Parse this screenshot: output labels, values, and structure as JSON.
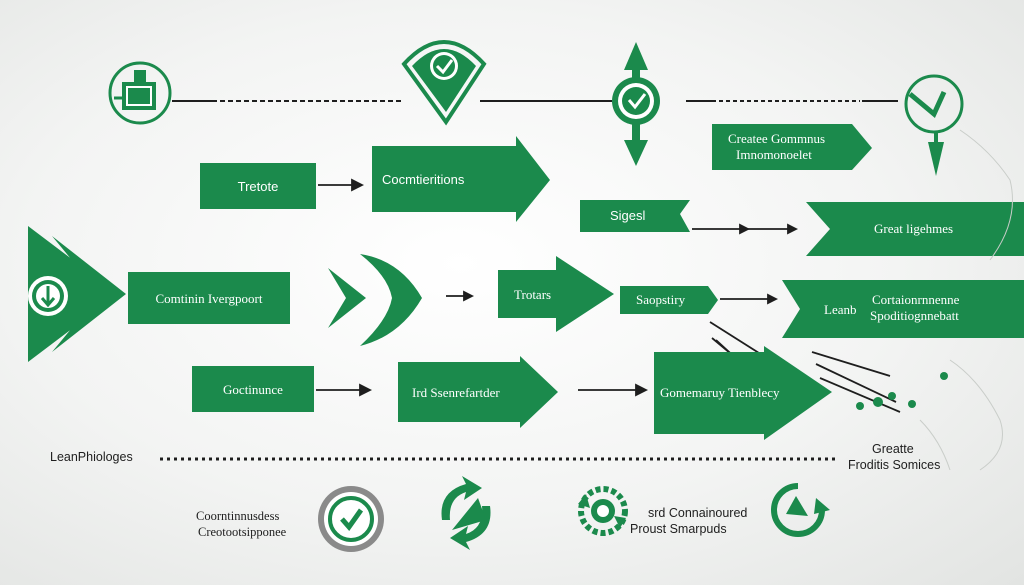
{
  "colors": {
    "accent": "#1b8a4c",
    "dark": "#1e1e1e",
    "light": "#f3f4f3"
  },
  "icons": {
    "top_left": "clipboard-icon",
    "top_marker": "check-pin-icon",
    "top_compass": "check-compass-icon",
    "top_right": "checkmark-tool-icon",
    "left_big": "down-arrow-chevron-icon",
    "bottom_1": "check-circle-icon",
    "bottom_2": "refresh-arrows-icon",
    "bottom_3": "gear-refresh-icon",
    "bottom_4": "cycle-icon"
  },
  "boxes": {
    "create_gomminus": "Createe Gommnus",
    "imnomonoelet": "Imnomonoelet",
    "tretote": "Tretote",
    "cocmtieritions": "Cocmtieritions",
    "sigesl": "Sigesl",
    "great_ligehmes": "Great ligehmes",
    "comtinin": "Comtinin Ivergpoort",
    "trotars": "Trotars",
    "saopstiry": "Saopstiry",
    "leanb": "Leanb",
    "cortaionrnnenne": "Cortaionrnnenne",
    "spoditiognnebatt": "Spoditiognnebatt",
    "goctinunce": "Goctinunce",
    "ird_ssenrefartder": "Ird Ssenrefartder",
    "gomemaruy": "Gomemaruy Tienblecy"
  },
  "labels": {
    "leanphiologes": "LeanPhiologes",
    "greatte": "Greatte",
    "frodittis": "Froditis Somices",
    "coorntinnusdess": "Coorntinnusdess",
    "creotootsipponee": "Creotootsipponee",
    "srd_connainoured": "srd Connainoured",
    "proust_sparpuds": "Proust Smarpuds"
  }
}
